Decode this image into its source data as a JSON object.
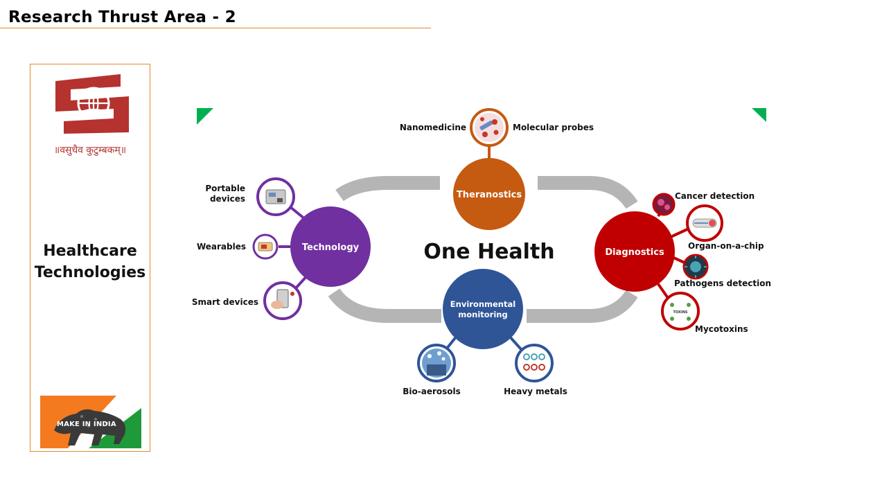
{
  "header": {
    "title": "Research Thrust Area - 2"
  },
  "side_panel": {
    "motto": "॥वसुधैव कुटुम्बकम्॥",
    "title_line1": "Healthcare",
    "title_line2": "Technologies",
    "badge_text": "MAKE IN INDIA"
  },
  "diagram": {
    "center_title": "One Health",
    "hubs": {
      "theranostics": "Theranostics",
      "technology": "Technology",
      "diagnostics": "Diagnostics",
      "environmental_line1": "Environmental",
      "environmental_line2": "monitoring"
    },
    "labels": {
      "nanomedicine": "Nanomedicine",
      "molecular_probes": "Molecular probes",
      "portable_line1": "Portable",
      "portable_line2": "devices",
      "wearables": "Wearables",
      "smart_devices": "Smart devices",
      "cancer_detection": "Cancer detection",
      "organ_on_chip": "Organ-on-a-chip",
      "pathogens_detection": "Pathogens detection",
      "mycotoxins": "Mycotoxins",
      "bio_aerosols": "Bio-aerosols",
      "heavy_metals": "Heavy metals",
      "toxins": "TOXINS"
    },
    "colors": {
      "theranostics": "#c55a11",
      "technology": "#7030a0",
      "diagnostics": "#c00000",
      "environmental": "#2f5597",
      "connector": "#b5b5b5",
      "accent_green": "#00b050",
      "rule": "#e08a2e"
    }
  }
}
